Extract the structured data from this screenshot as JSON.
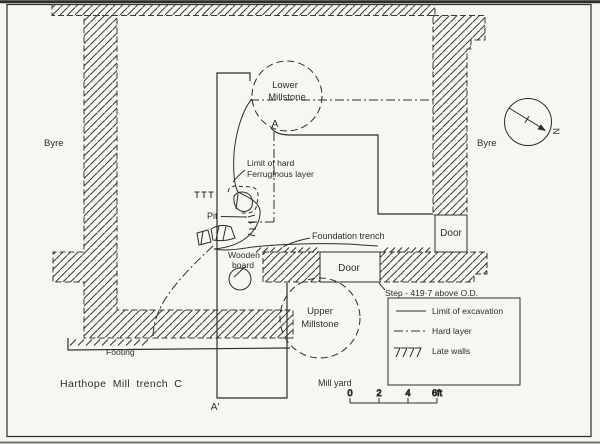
{
  "figure": {
    "caption": "Harthope Mill trench C",
    "labels": {
      "byre_left": "Byre",
      "byre_right": "Byre",
      "lower_millstone_line1": "Lower",
      "lower_millstone_line2": "Millstone",
      "upper_millstone_line1": "Upper",
      "upper_millstone_line2": "Millstone",
      "section_a": "A",
      "section_a_prime": "A′",
      "ferruginous_line1": "Limit of hard",
      "ferruginous_line2": "Ferruginous layer",
      "pit": "Pit",
      "wooden_board_line1": "Wooden",
      "wooden_board_line2": "board",
      "foundation_trench": "Foundation trench",
      "door_east": "Door",
      "door_south": "Door",
      "step": "Step - 419·7 above O.D.",
      "footing": "Footing",
      "mill_yard": "Mill yard",
      "north": "N"
    },
    "legend": {
      "items": [
        {
          "label": "Limit of excavation",
          "style": "solid-line"
        },
        {
          "label": "Hard layer",
          "style": "dash-dot-line"
        },
        {
          "label": "Late walls",
          "style": "diagonal-hatch"
        }
      ]
    },
    "scale_bar": {
      "ticks": [
        "0",
        "2",
        "4",
        "6ft"
      ]
    },
    "colors": {
      "paper": "#f7f6f2",
      "ink": "#2e2d29"
    }
  }
}
